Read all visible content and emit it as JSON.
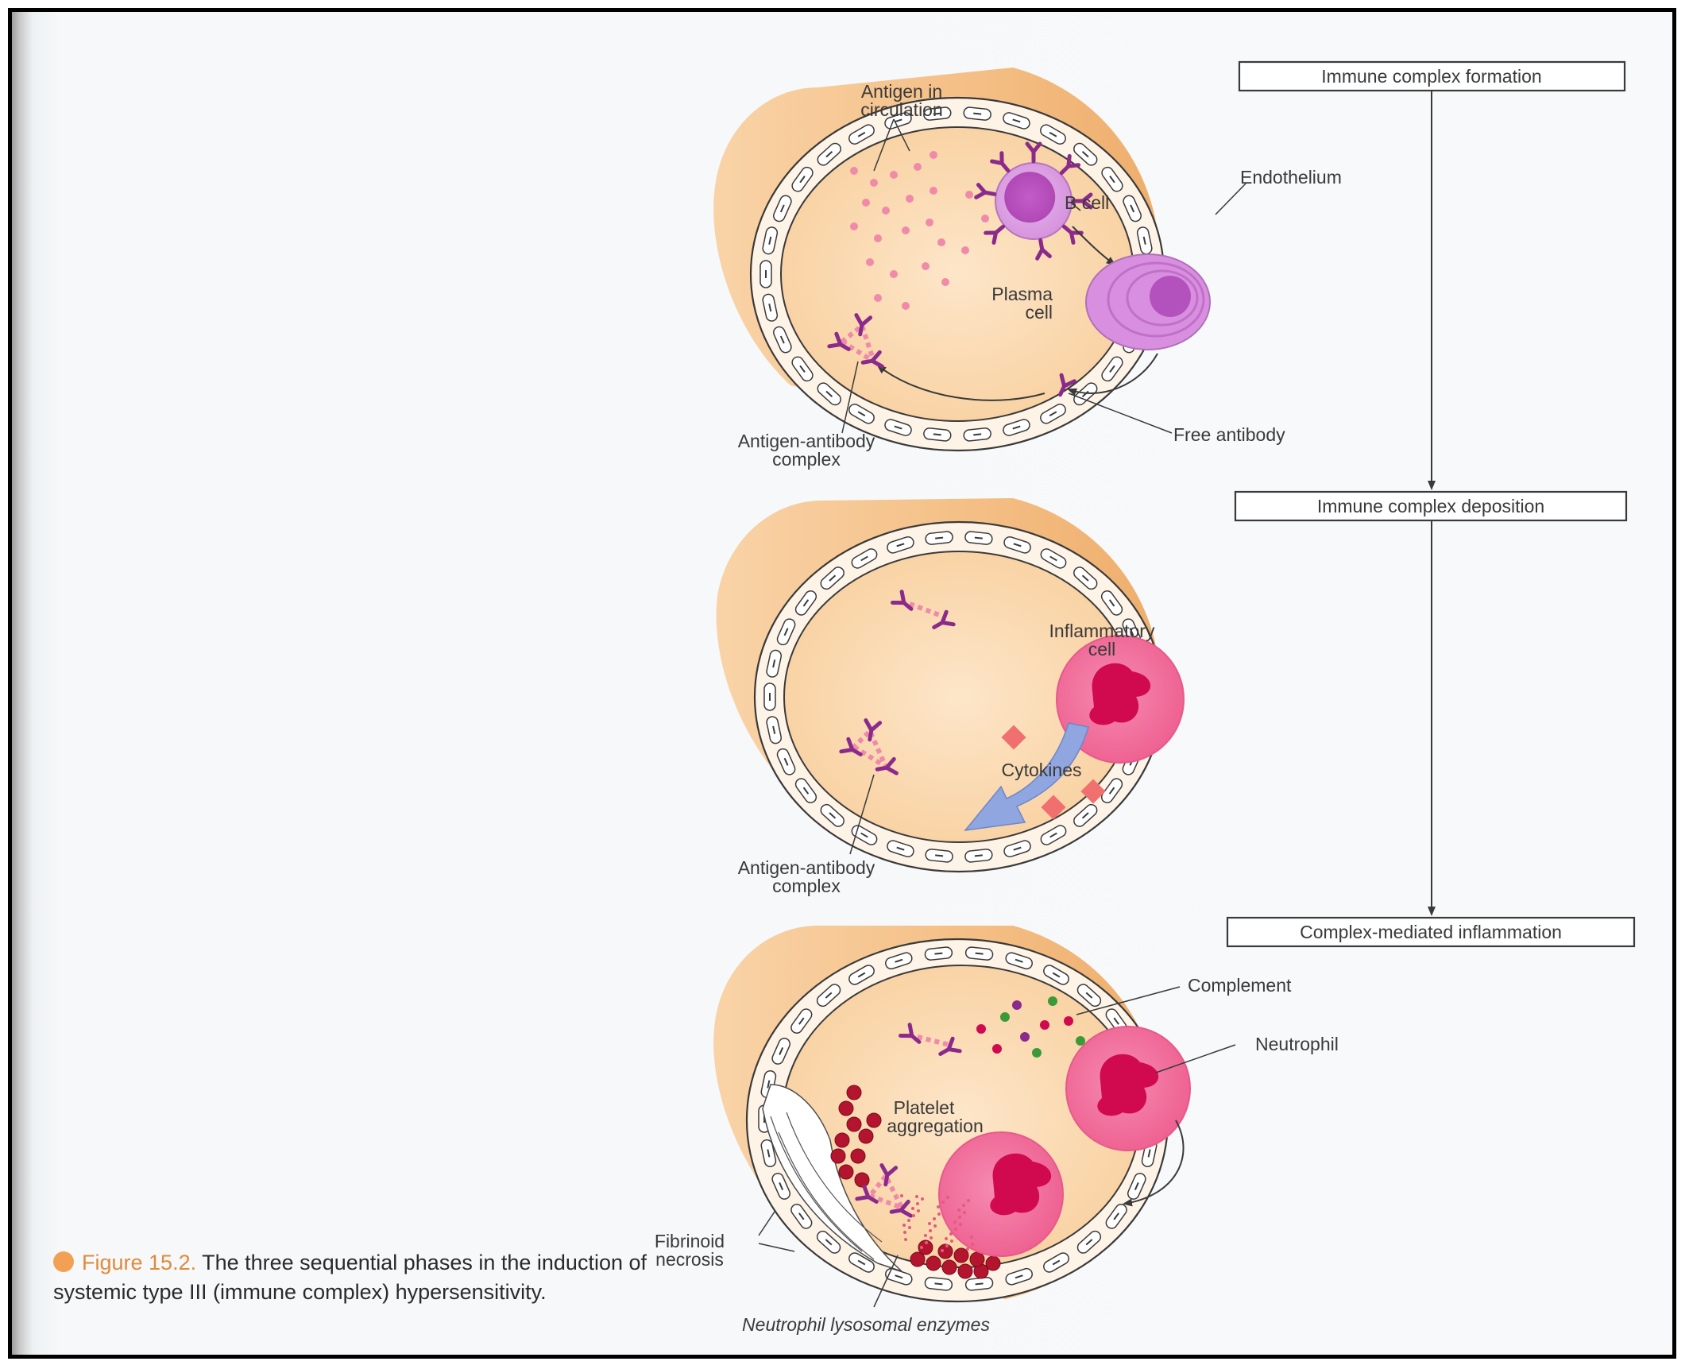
{
  "flow": {
    "step1": "Immune complex formation",
    "step2": "Immune complex deposition",
    "step3": "Complex-mediated inflammation"
  },
  "panel1": {
    "antigen_line1": "Antigen in",
    "antigen_line2": "circulation",
    "bcell": "B cell",
    "endothelium": "Endothelium",
    "plasma_line1": "Plasma",
    "plasma_line2": "cell",
    "complex_line1": "Antigen-antibody",
    "complex_line2": "complex",
    "free_antibody": "Free antibody"
  },
  "panel2": {
    "inflam_line1": "Inflammatory",
    "inflam_line2": "cell",
    "cytokines": "Cytokines",
    "complex_line1": "Antigen-antibody",
    "complex_line2": "complex"
  },
  "panel3": {
    "complement": "Complement",
    "neutrophil": "Neutrophil",
    "platelet_line1": "Platelet",
    "platelet_line2": "aggregation",
    "fibrinoid_line1": "Fibrinoid",
    "fibrinoid_line2": "necrosis",
    "lysosomal": "Neutrophil lysosomal enzymes"
  },
  "caption": {
    "figure_number": "Figure 15.2.",
    "text": "The three sequential phases in the induction of systemic type III (immune complex) hypersensitivity."
  },
  "colors": {
    "vessel": "#f6c795",
    "lumen": "#fbdcb8",
    "antigen": "#f08aa8",
    "antibody": "#8a2b8c",
    "bcell": "#c77fd0",
    "neutrophil": "#ef5a8a",
    "platelet": "#b3152e",
    "cytokine_arrow": "#8fa6e0",
    "cytokine": "#f07070"
  }
}
